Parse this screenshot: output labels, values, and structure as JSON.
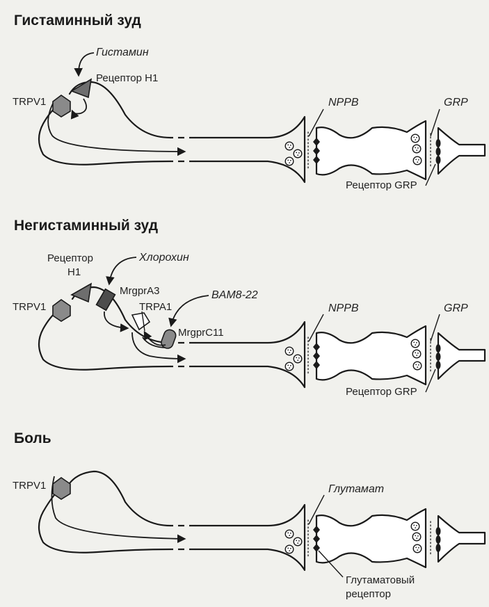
{
  "panels": {
    "histamine": {
      "title": "Гистаминный зуд",
      "trpv1": "TRPV1",
      "histamine": "Гистамин",
      "h1_receptor": "Рецептор H1",
      "nppb": "NPPB",
      "grp": "GRP",
      "grp_receptor": "Рецептор GRP"
    },
    "nonhistamine": {
      "title": "Негистаминный зуд",
      "h1_receptor_line1": "Рецептор",
      "h1_receptor_line2": "H1",
      "chloroquine": "Хлорохин",
      "mrgpra3": "MrgprA3",
      "bam": "BAM8-22",
      "trpa1": "TRPA1",
      "trpv1": "TRPV1",
      "mrgprc11": "MrgprC11",
      "nppb": "NPPB",
      "grp": "GRP",
      "grp_receptor": "Рецептор GRP"
    },
    "pain": {
      "title": "Боль",
      "trpv1": "TRPV1",
      "glutamate": "Глутамат",
      "glut_receptor_line1": "Глутаматовый",
      "glut_receptor_line2": "рецептор"
    }
  },
  "colors": {
    "background": "#f1f1ed",
    "line": "#1a1a1a",
    "channel_fill": "#8a8a8a",
    "receptor_fill": "#6e6e6e",
    "mrgpra3_fill": "#4d4d4d",
    "synapse_marker": "#1a1a1a"
  },
  "icons": {
    "trpv1": "hexagon",
    "h1_receptor": "triangle",
    "mrgpra3": "rectangle",
    "trpa1": "open-trapezoid",
    "mrgprc11": "rounded-capsule",
    "synaptic_receptor": "diamond",
    "vesicle": "circle-with-dots"
  }
}
